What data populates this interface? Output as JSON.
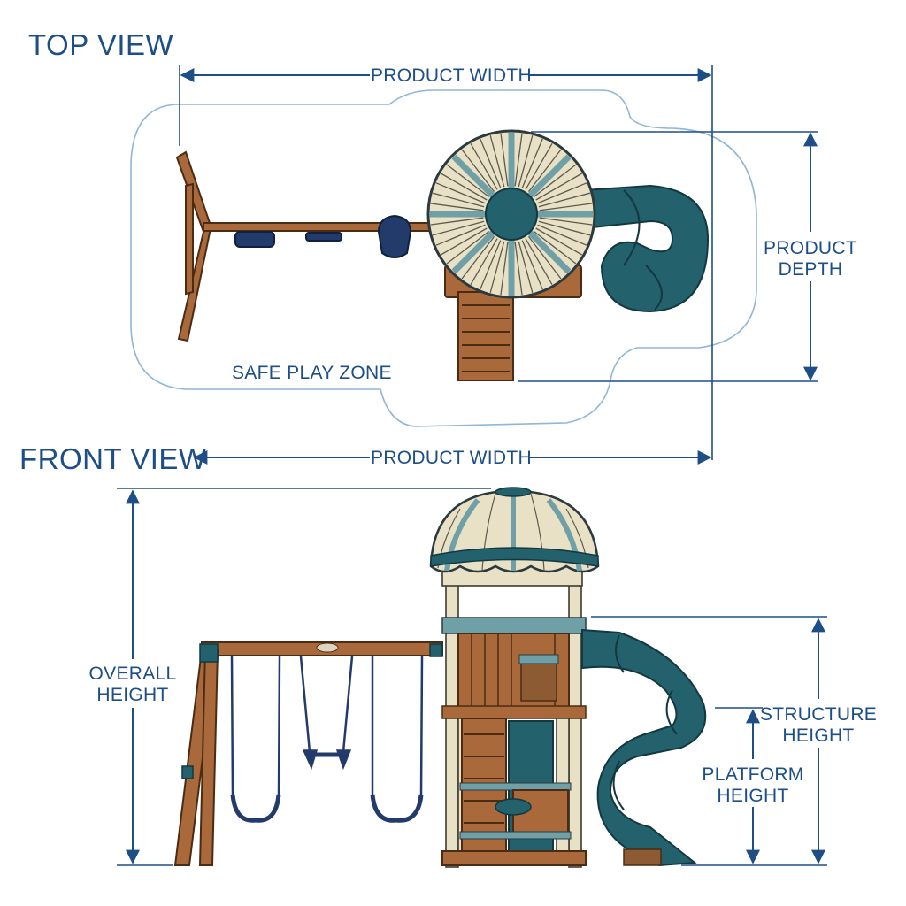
{
  "top_view": {
    "title": "TOP VIEW",
    "labels": {
      "width": "PRODUCT WIDTH",
      "depth_line1": "PRODUCT",
      "depth_line2": "DEPTH",
      "zone": "SAFE PLAY ZONE"
    }
  },
  "front_view": {
    "title": "FRONT VIEW",
    "labels": {
      "width": "PRODUCT WIDTH",
      "overall_line1": "OVERALL",
      "overall_line2": "HEIGHT",
      "structure_line1": "STRUCTURE",
      "structure_line2": "HEIGHT",
      "platform_line1": "PLATFORM",
      "platform_line2": "HEIGHT"
    }
  },
  "colors": {
    "dimension_blue": "#1d4f86",
    "zone_outline": "#8fb6d6",
    "wood": "#a9693a",
    "slide_teal": "#23616d",
    "roof_cream": "#e9e1c6"
  }
}
